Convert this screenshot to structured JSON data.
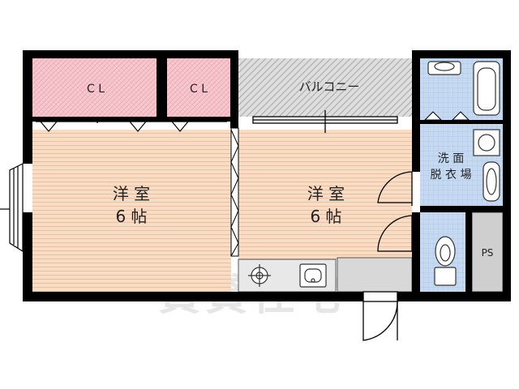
{
  "rooms": {
    "closet_left": "C L",
    "closet_right": "C L",
    "balcony": "バルコニー",
    "western_left_name": "洋 室",
    "western_left_size": "6 帖",
    "western_right_name": "洋 室",
    "western_right_size": "6 帖",
    "washroom_line1": "洗 面",
    "washroom_line2": "脱 衣 場",
    "pipe_space": "PS"
  },
  "watermark": "賃貸住宅",
  "colors": {
    "closet": "#f7c9cf",
    "wood_floor": "#f9dcc4",
    "tile": "#c5d9f1",
    "balcony": "#d6d6d6",
    "gray": "#cfcfcf",
    "wall": "#000000"
  }
}
